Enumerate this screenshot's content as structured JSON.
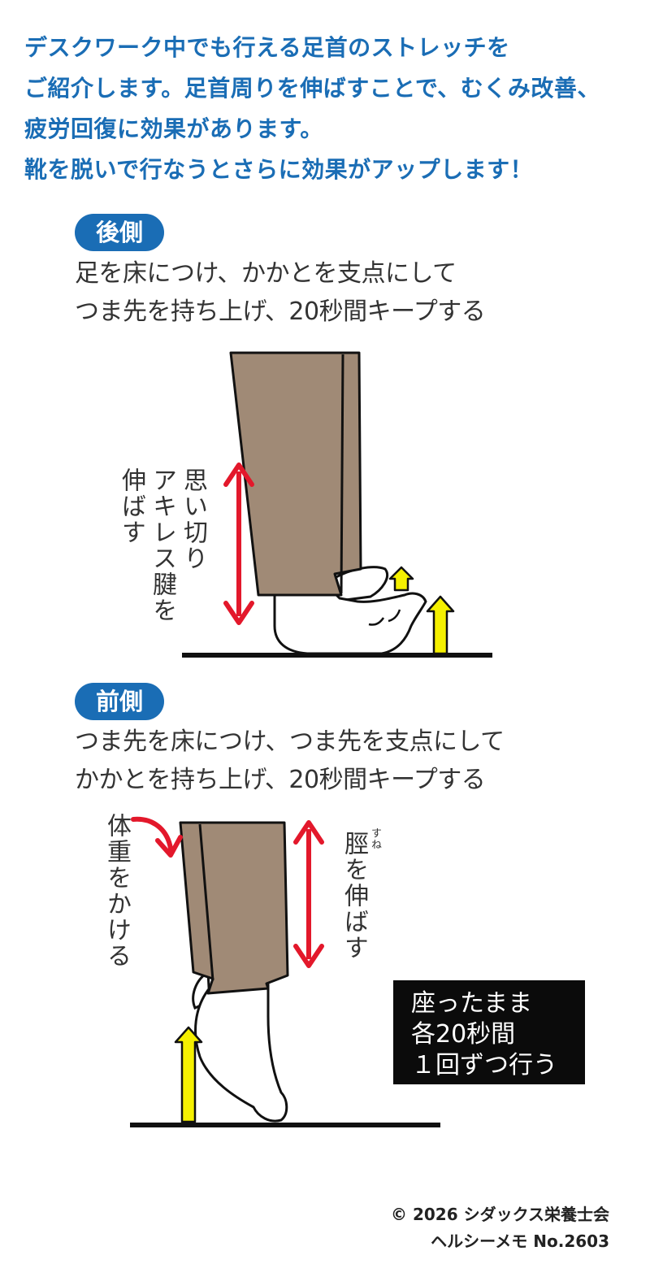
{
  "intro": {
    "lines": [
      "デスクワーク中でも行える足首のストレッチを",
      "ご紹介します。足首周りを伸ばすことで、むくみ改善、",
      "疲労回復に効果があります。",
      "靴を脱いで行なうとさらに効果がアップします！"
    ]
  },
  "back_section": {
    "badge": "後側",
    "desc_lines": [
      "足を床につけ、かかとを支点にして",
      "つま先を持ち上げ、20秒間キープする"
    ],
    "callout_lines": [
      "思い切り",
      "アキレス腱を",
      "伸ばす"
    ]
  },
  "front_section": {
    "badge": "前側",
    "desc_lines": [
      "つま先を床につけ、つま先を支点にして",
      "かかとを持ち上げ、20秒間キープする"
    ],
    "callout_weight": "体重をかける",
    "callout_shin": "脛を伸ばす",
    "shin_ruby": "すね"
  },
  "note": {
    "lines": [
      "座ったまま",
      "各20秒間",
      "１回ずつ行う"
    ]
  },
  "footer": {
    "copyright": "© 2026 シダックス栄養士会",
    "memo": "ヘルシーメモ No.2603"
  },
  "colors": {
    "headline_blue": "#1a6db5",
    "pants": "#a08a76",
    "arrow_red": "#e3182b",
    "arrow_yellow": "#f5f000",
    "note_bg": "#0b0b0b"
  }
}
